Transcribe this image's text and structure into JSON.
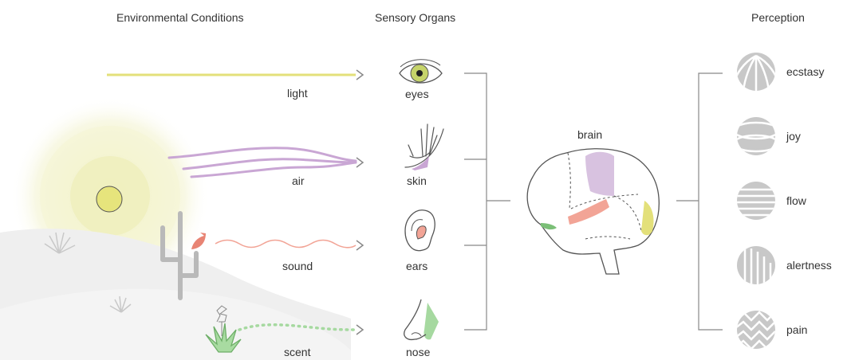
{
  "headers": {
    "environment": "Environmental Conditions",
    "sensory": "Sensory Organs",
    "perception": "Perception"
  },
  "stimuli": [
    {
      "label": "light",
      "color": "#e3e07a"
    },
    {
      "label": "air",
      "color": "#c9a6d4"
    },
    {
      "label": "sound",
      "color": "#f2a496"
    },
    {
      "label": "scent",
      "color": "#a6d9a0"
    }
  ],
  "organs": [
    {
      "label": "eyes",
      "icon": "eye-icon"
    },
    {
      "label": "skin",
      "icon": "hand-icon"
    },
    {
      "label": "ears",
      "icon": "ear-icon"
    },
    {
      "label": "nose",
      "icon": "nose-icon"
    }
  ],
  "brain_label": "brain",
  "perceptions": [
    {
      "label": "ecstasy",
      "icon": "ecstasy-icon"
    },
    {
      "label": "joy",
      "icon": "joy-icon"
    },
    {
      "label": "flow",
      "icon": "flow-icon"
    },
    {
      "label": "alertness",
      "icon": "alertness-icon"
    },
    {
      "label": "pain",
      "icon": "pain-icon"
    }
  ],
  "colors": {
    "sun_glow": "#f6f6d8",
    "sun": "#e6e47c",
    "hills": "#eeeeee",
    "cactus": "#b9b9b9",
    "lines": "#888888",
    "perception_circle": "#c8c8c8"
  }
}
